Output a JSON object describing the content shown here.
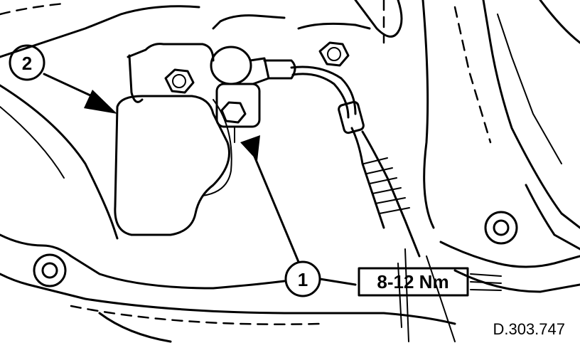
{
  "callouts": {
    "one": "1",
    "two": "2"
  },
  "torque_spec": "8-12 Nm",
  "reference_code": "D.303.747"
}
